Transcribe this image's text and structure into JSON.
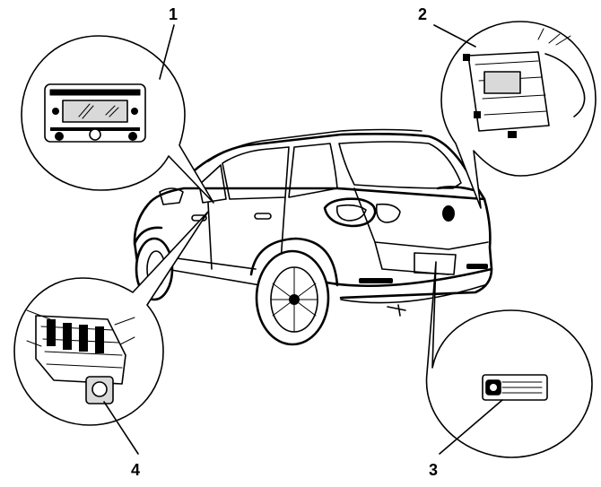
{
  "callouts": [
    {
      "id": "radio-unit",
      "label": "1"
    },
    {
      "id": "control-module",
      "label": "2"
    },
    {
      "id": "rear-sensor",
      "label": "3"
    },
    {
      "id": "fuse-relay-box",
      "label": "4"
    }
  ],
  "colors": {
    "ink": "#000000",
    "paper": "#ffffff"
  }
}
